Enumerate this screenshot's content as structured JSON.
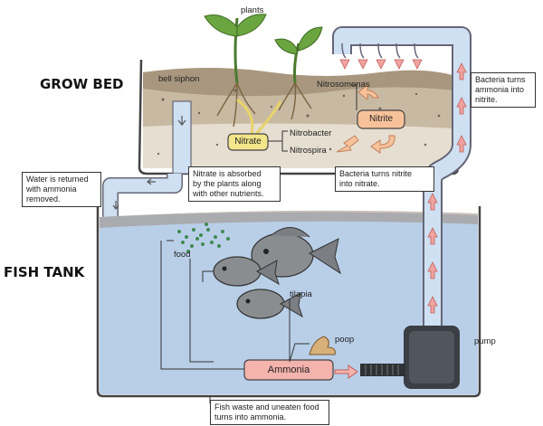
{
  "headings": {
    "grow_bed": "GROW BED",
    "fish_tank": "FISH TANK"
  },
  "labels": {
    "plants": "plants",
    "bell_siphon": "bell siphon",
    "nitrosomonas": "Nitrosomonas",
    "nitrite": "Nitrite",
    "nitrate": "Nitrate",
    "nitrobacter": "Nitrobacter",
    "nitrospira": "Nitrospira",
    "food": "food",
    "tilapia": "tilapia",
    "poop": "poop",
    "ammonia": "Ammonia",
    "pump": "pump"
  },
  "notes": {
    "water_returned": [
      "Water is returned",
      "with ammonia",
      "removed."
    ],
    "nitrate_absorbed": [
      "Nitrate is absorbed",
      "by the plants along",
      "with other nutrients."
    ],
    "bacteria_nitrite_to_nitrate": [
      "Bacteria turns nitrite",
      "into nitrate."
    ],
    "bacteria_ammonia_to_nitrite": [
      "Bacteria turns",
      "ammonia into",
      "nitrite."
    ],
    "fish_waste": [
      "Fish waste and uneaten food",
      "turns into ammonia."
    ]
  },
  "colors": {
    "water": "#b9cfe8",
    "pipe": "#cfe0f2",
    "soil": "#b9a890",
    "ammonia_fill": "#f4b3ad",
    "nitrite_fill": "#f7c29a",
    "nitrate_fill": "#f3e58a",
    "arrow": "#f0a3a0",
    "pump": "#3b3f44"
  }
}
